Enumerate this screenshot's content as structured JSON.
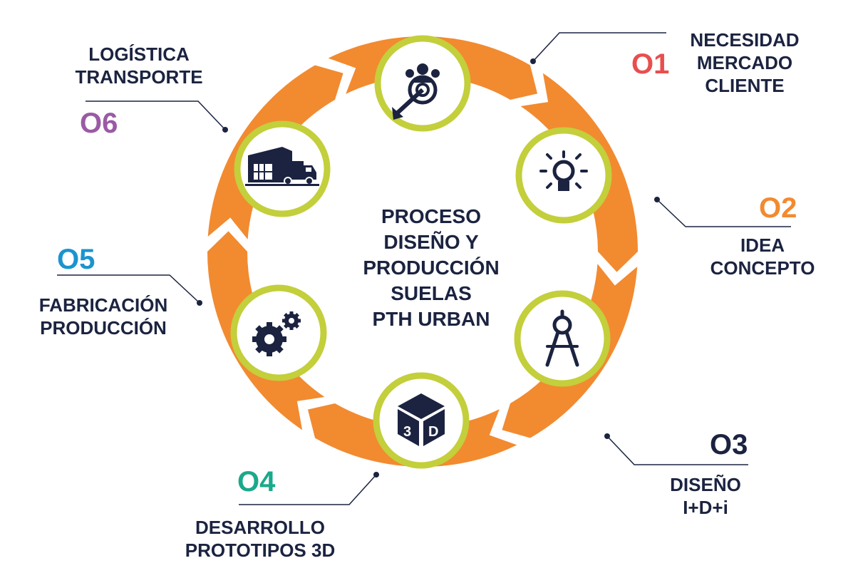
{
  "center_title": "PROCESO\nDISEÑO Y\nPRODUCCIÓN\nSUELAS\nPTH URBAN",
  "colors": {
    "ring": "#f28a30",
    "ring_shadow": "#e0701f",
    "circle_border": "#c3cf3b",
    "icon": "#1b2340",
    "connector": "#1b2340"
  },
  "steps": [
    {
      "number": "O1",
      "color": "#e94e4e",
      "label": "NECESIDAD\nMERCADO\nCLIENTE",
      "icon": "target-people-icon"
    },
    {
      "number": "O2",
      "color": "#f28a30",
      "label": "IDEA\nCONCEPTO",
      "icon": "light-bulb-icon"
    },
    {
      "number": "O3",
      "color": "#1b2340",
      "label": "DISEÑO\nI+D+i",
      "icon": "compass-icon"
    },
    {
      "number": "O4",
      "color": "#1aa98a",
      "label": "DESARROLLO\nPROTOTIPOS 3D",
      "icon": "3d-cube-icon"
    },
    {
      "number": "O5",
      "color": "#1b94cf",
      "label": "FABRICACIÓN\nPRODUCCIÓN",
      "icon": "gears-icon"
    },
    {
      "number": "O6",
      "color": "#9a5aa5",
      "label": "LOGÍSTICA\nTRANSPORTE",
      "icon": "warehouse-truck-icon"
    }
  ]
}
